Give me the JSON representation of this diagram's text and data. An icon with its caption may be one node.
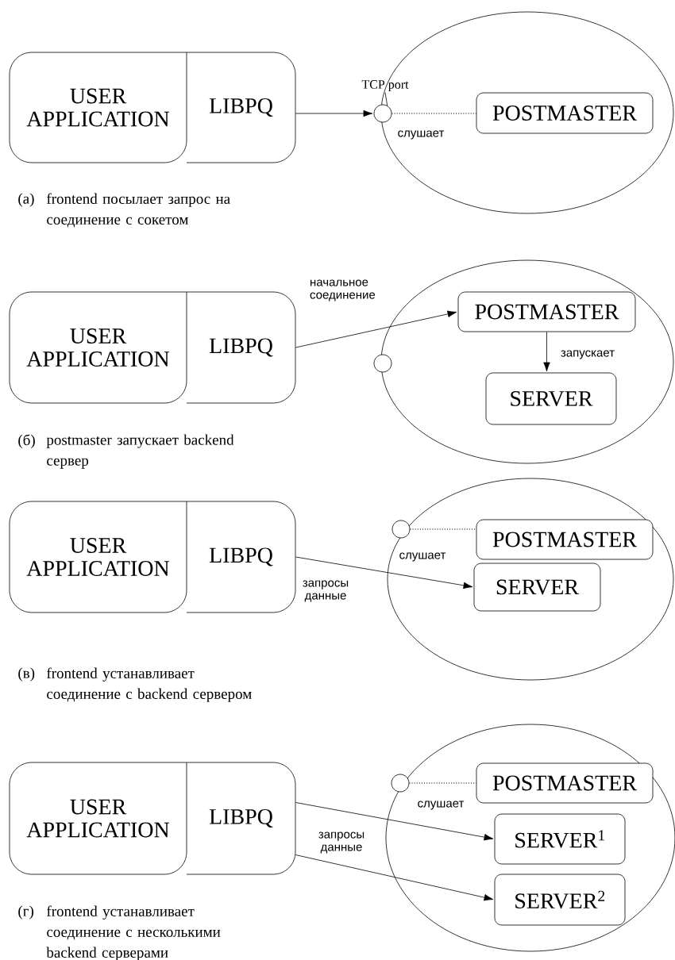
{
  "diagram": {
    "nodes": [
      {
        "text": [
          "USER APPLICATION"
        ]
      },
      {
        "text": [
          "LIBPQ"
        ]
      },
      {
        "text": [],
        "shape": "ellipse"
      },
      {
        "text": [
          "TCP port"
        ]
      },
      {
        "text": [],
        "shape": "circle"
      },
      {
        "text": [
          "POSTMASTER"
        ],
        "in": 2
      },
      {
        "text": [
          "USER APPLICATION"
        ]
      },
      {
        "text": [
          "LIBPQ"
        ]
      },
      {
        "text": [],
        "shape": "ellipse"
      },
      {
        "text": [],
        "shape": "circle"
      },
      {
        "text": [
          "POSTMASTER"
        ],
        "in": 8
      },
      {
        "text": [
          "SERVER"
        ],
        "in": 8
      },
      {
        "text": [
          "USER APPLICATION"
        ]
      },
      {
        "text": [
          "LIBPQ"
        ]
      },
      {
        "text": [],
        "shape": "ellipse"
      },
      {
        "text": [],
        "shape": "circle"
      },
      {
        "text": [
          "POSTMASTER"
        ],
        "in": 14
      },
      {
        "text": [
          "SERVER"
        ],
        "in": 14
      },
      {
        "text": [
          "USER APPLICATION"
        ]
      },
      {
        "text": [
          "LIBPQ"
        ]
      },
      {
        "text": [],
        "shape": "ellipse"
      },
      {
        "text": [],
        "shape": "circle"
      },
      {
        "text": [
          "POSTMASTER"
        ],
        "in": 20
      },
      {
        "text": [
          "SERVER$^{1}$"
        ],
        "in": 20
      },
      {
        "text": [
          "SERVER$^{2}$"
        ],
        "in": 20
      }
    ],
    "edges": [
      {
        "from": 1,
        "to": 4,
        "arrow": "to"
      },
      {
        "from": 3,
        "to": 4,
        "arrow": "none"
      },
      {
        "from": 4,
        "to": 5,
        "arrow": "none",
        "style": "dashed",
        "label": "слушает"
      },
      {
        "from": 7,
        "to": 10,
        "arrow": "to",
        "label": "начальное соединение"
      },
      {
        "from": 10,
        "to": 11,
        "arrow": "to",
        "label": "запускает"
      },
      {
        "from": 15,
        "to": 16,
        "arrow": "none",
        "style": "dashed",
        "label": "слушает"
      },
      {
        "from": 13,
        "to": 17,
        "arrow": "to",
        "label": "запросы данные"
      },
      {
        "from": 21,
        "to": 22,
        "arrow": "none",
        "style": "dashed",
        "label": "слушает"
      },
      {
        "from": 19,
        "to": 23,
        "arrow": "to",
        "label": "запросы данные"
      },
      {
        "from": 19,
        "to": 24,
        "arrow": "to"
      }
    ],
    "labels": [
      "(а)",
      "frontend посылает запрос на соединение с сокетом",
      "(б)",
      "postmaster запускает backend сервер",
      "(в)",
      "frontend устанавливает соединение с backend сервером",
      "(г)",
      "frontend устанавливает соединение с несколькими backend серверами"
    ]
  }
}
